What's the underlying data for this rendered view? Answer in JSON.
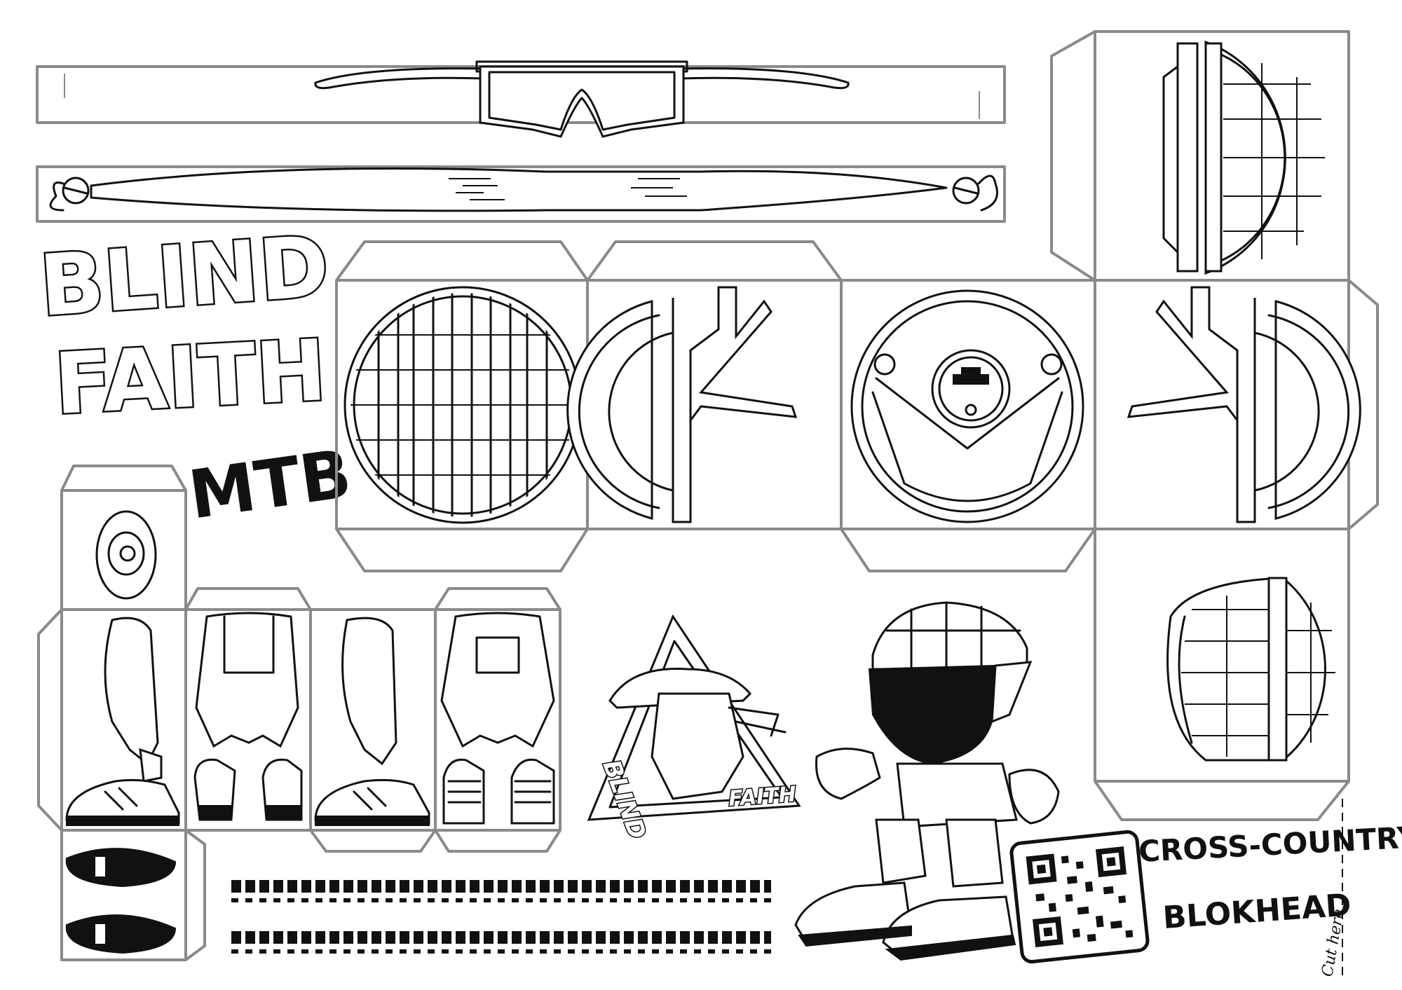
{
  "brand": {
    "line1": "BLIND",
    "line2": "FAITH",
    "line3": "MTB"
  },
  "badge": {
    "word1": "BLIND",
    "word2": "FAITH"
  },
  "caption": {
    "line1": "CROSS-COUNTRY",
    "line2": "BLOKHEAD"
  },
  "cut_note": "Cut here.",
  "icons": [
    "goggles-icon",
    "bandana-icon",
    "helmet-icon",
    "qr-code-icon",
    "shoe-sole-icon",
    "tyre-track-icon",
    "rider-figure-icon"
  ]
}
